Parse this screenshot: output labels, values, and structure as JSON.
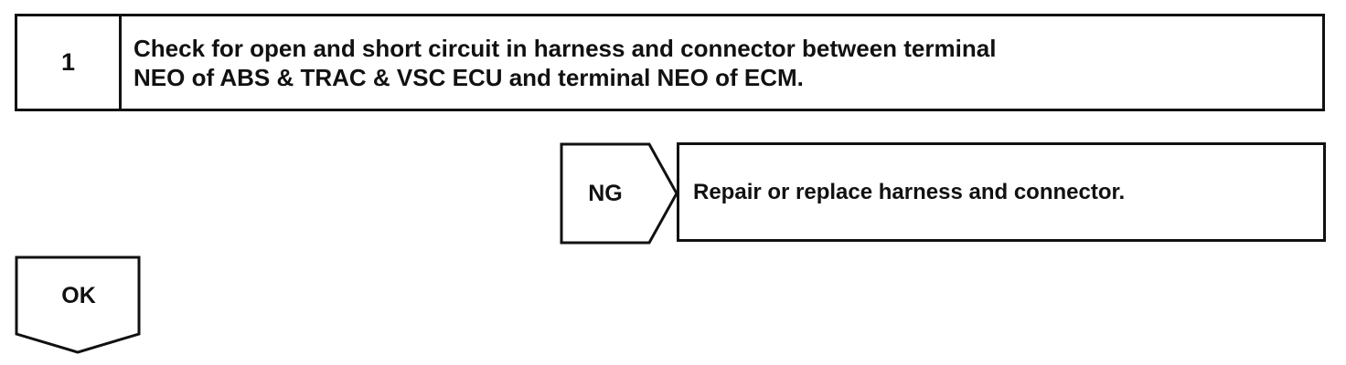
{
  "step": {
    "number": "1",
    "lines": [
      "Check for open and short circuit in harness and connector between terminal",
      "NEO of ABS & TRAC & VSC ECU and terminal NEO of ECM."
    ]
  },
  "ng_branch": {
    "label": "NG",
    "action": "Repair or replace harness and connector."
  },
  "ok_branch": {
    "label": "OK"
  }
}
